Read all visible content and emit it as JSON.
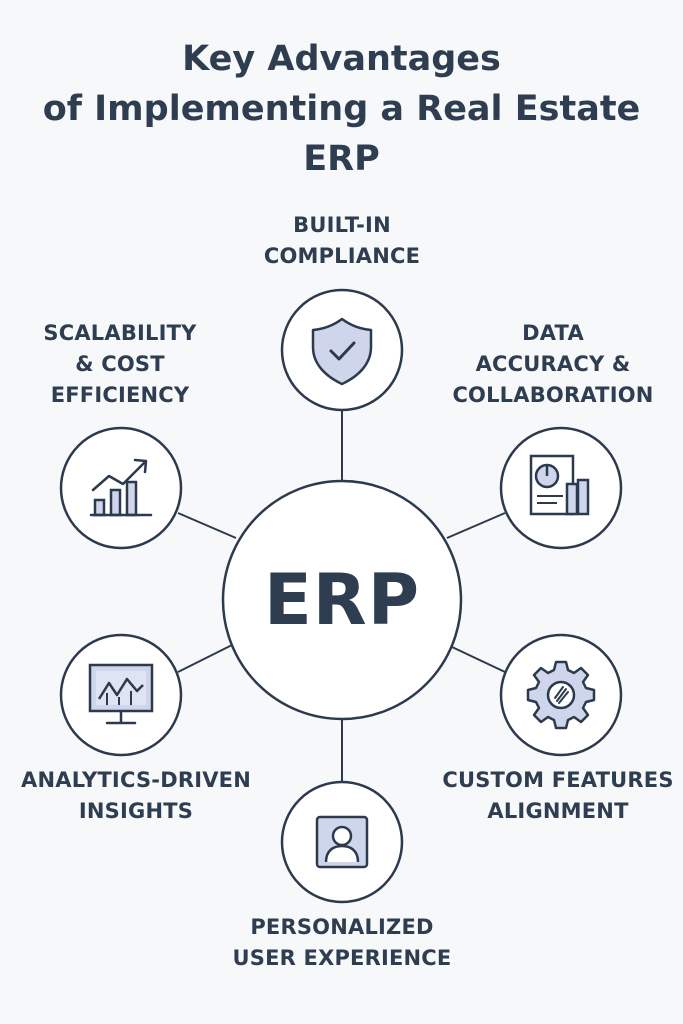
{
  "title": {
    "line1": "Key Advantages",
    "line2": "of Implementing a Real Estate",
    "line3": "ERP"
  },
  "center": {
    "label": "ERP"
  },
  "nodes": {
    "compliance": {
      "line1": "BUILT-IN",
      "line2": "COMPLIANCE",
      "icon": "shield-check-icon"
    },
    "data": {
      "line1": "DATA",
      "line2": "ACCURACY &",
      "line3": "COLLABORATION",
      "icon": "report-chart-icon"
    },
    "custom": {
      "line1": "CUSTOM FEATURES",
      "line2": "ALIGNMENT",
      "icon": "gear-icon"
    },
    "personalized": {
      "line1": "PERSONALIZED",
      "line2": "USER EXPERIENCE",
      "icon": "user-profile-icon"
    },
    "analytics": {
      "line1": "ANALYTICS-DRIVEN",
      "line2": "INSIGHTS",
      "icon": "monitor-chart-icon"
    },
    "scalability": {
      "line1": "SCALABILITY",
      "line2": "& COST",
      "line3": "EFFICIENCY",
      "icon": "growth-chart-icon"
    }
  },
  "colors": {
    "text": "#2e3d50",
    "stroke": "#2b3a4c",
    "icon_fill": "#cfd6ec",
    "background": "#f7f8fa"
  }
}
